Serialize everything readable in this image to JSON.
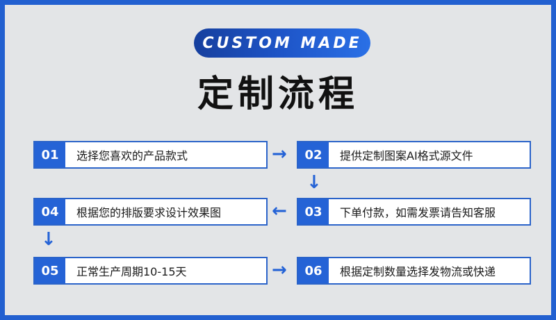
{
  "header": {
    "badge": "CUSTOM MADE",
    "title": "定制流程"
  },
  "steps": [
    {
      "num": "01",
      "text": "选择您喜欢的产品款式"
    },
    {
      "num": "02",
      "text": "提供定制图案AI格式源文件"
    },
    {
      "num": "03",
      "text": "下单付款，如需发票请告知客服"
    },
    {
      "num": "04",
      "text": "根据您的排版要求设计效果图"
    },
    {
      "num": "05",
      "text": "正常生产周期10-15天"
    },
    {
      "num": "06",
      "text": "根据定制数量选择发物流或快递"
    }
  ],
  "colors": {
    "accent": "#2563d6",
    "frame": "#2260d0",
    "background": "#e3e5e7"
  },
  "icons": [
    "arrow-right-icon",
    "arrow-left-icon",
    "arrow-down-icon"
  ]
}
